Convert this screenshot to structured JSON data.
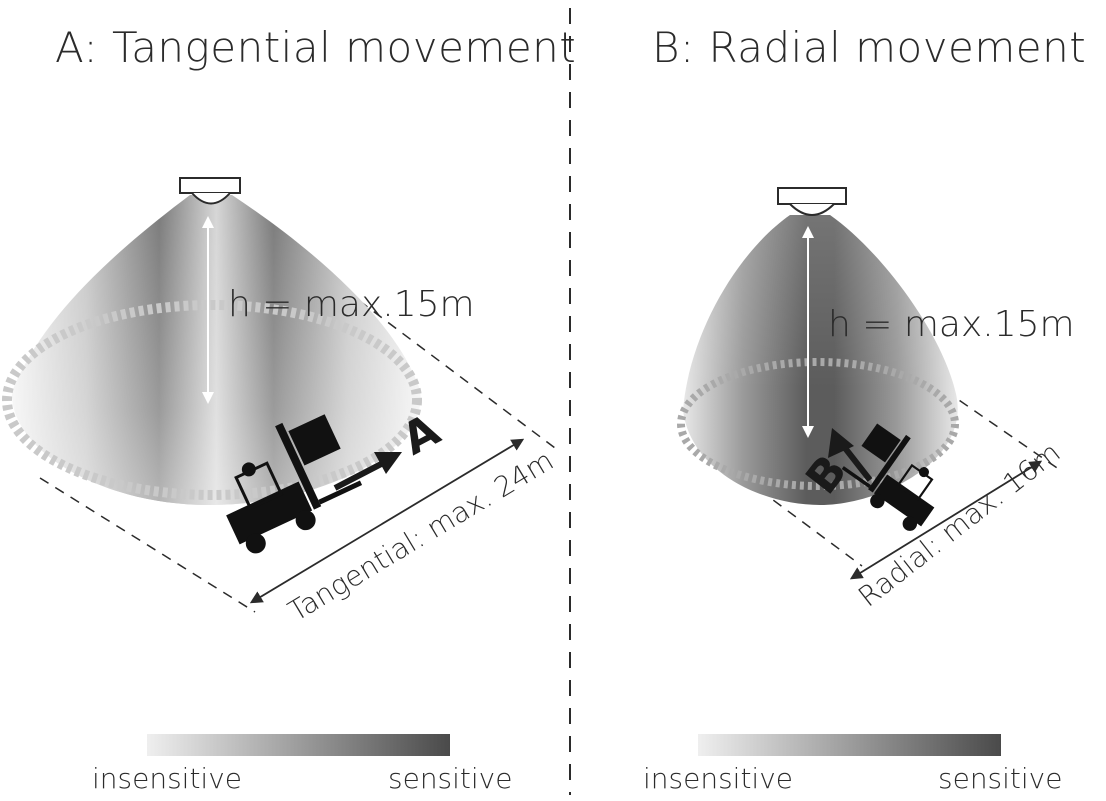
{
  "panel_a": {
    "title": "A: Tangential movement",
    "height_label": "h = max.15m",
    "range_label": "Tangential: max. 24m",
    "arrow_letter": "A",
    "scale_low": "insensitive",
    "scale_high": "sensitive"
  },
  "panel_b": {
    "title": "B: Radial movement",
    "height_label": "h = max.15m",
    "range_label": "Radial: max. 16m",
    "arrow_letter": "B",
    "scale_low": "insensitive",
    "scale_high": "sensitive"
  },
  "icons": [
    "ceiling-sensor-icon",
    "forklift-icon",
    "direction-arrow-icon"
  ]
}
